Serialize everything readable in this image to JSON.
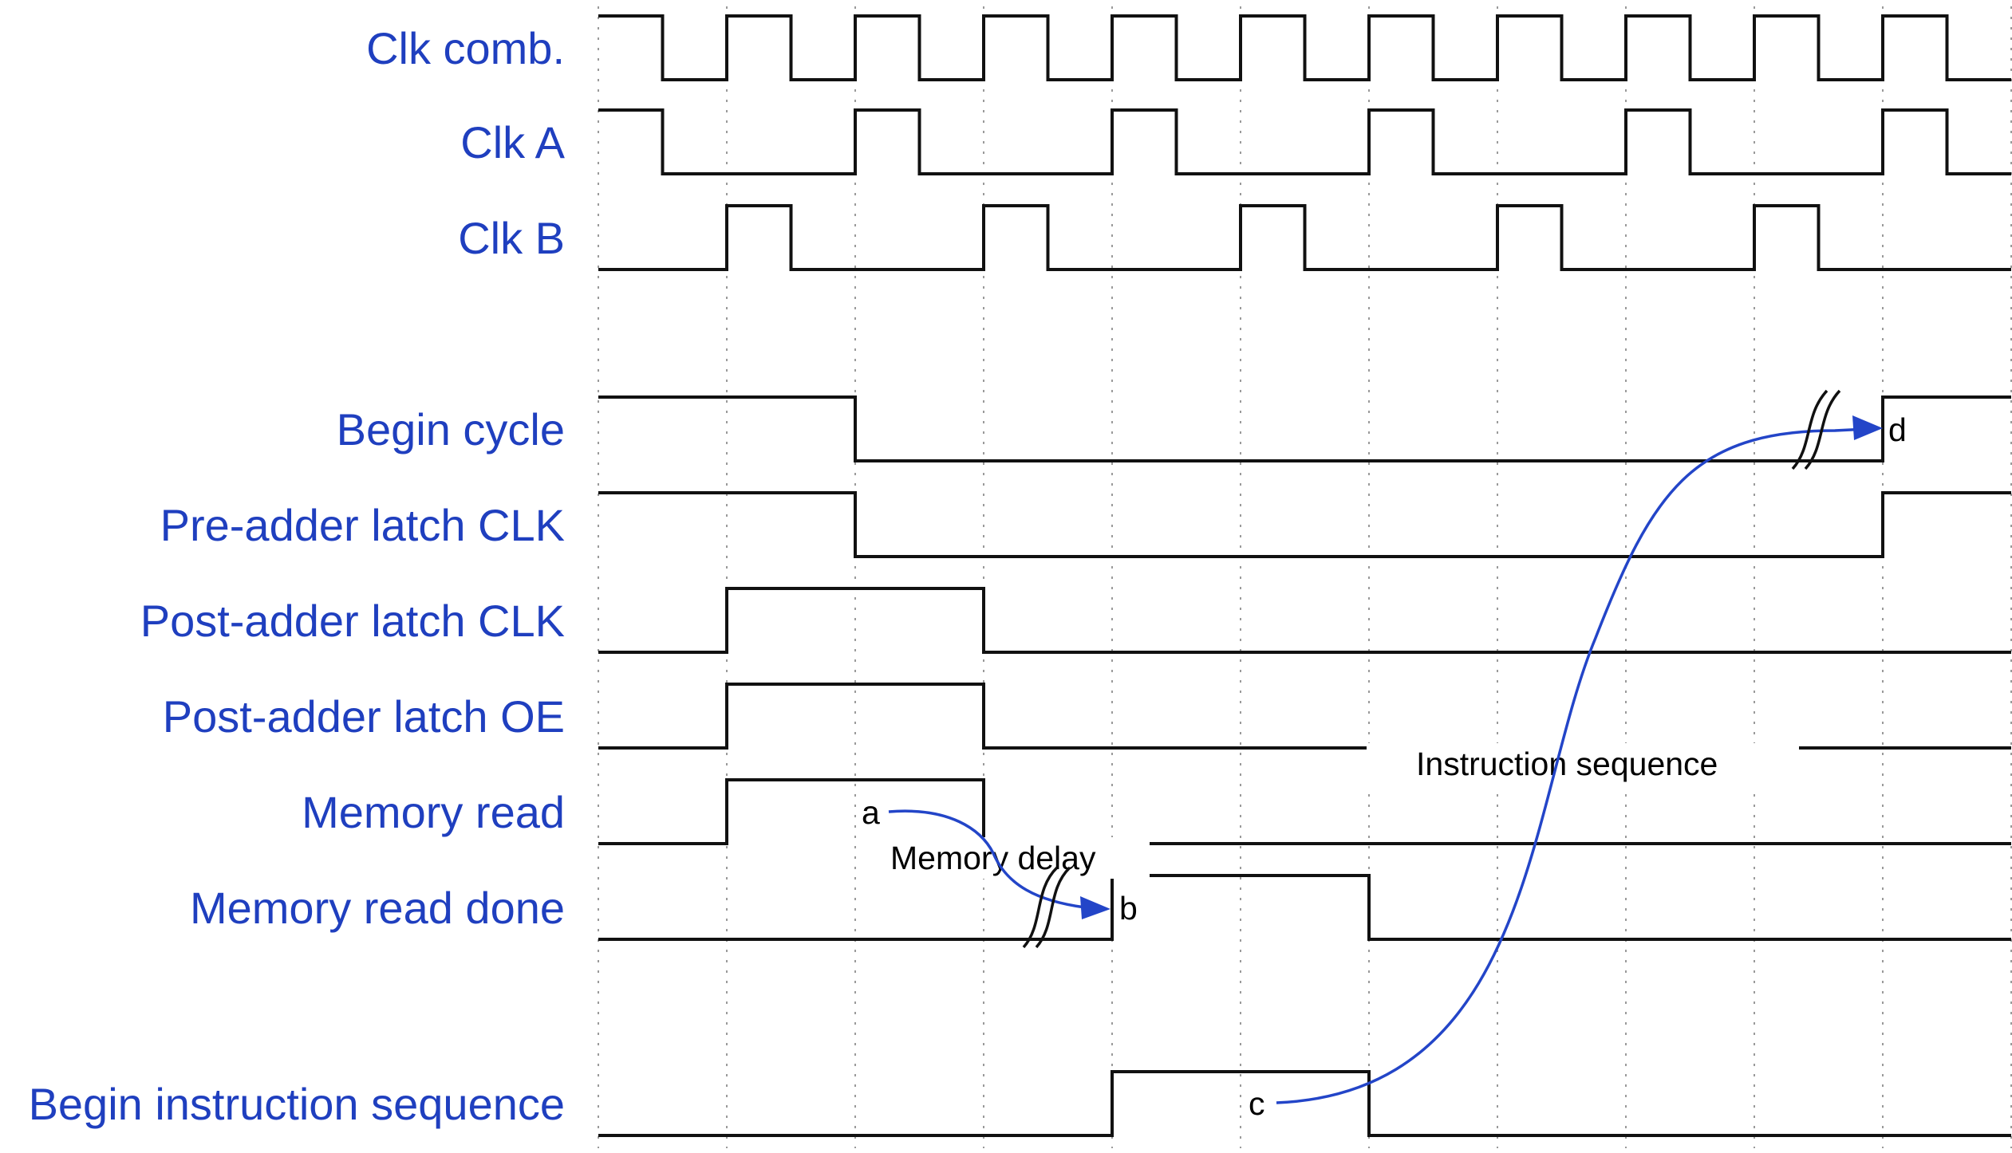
{
  "signals": [
    {
      "id": "clk-comb",
      "label": "Clk comb.",
      "init": 1,
      "transitions": [
        1,
        2,
        3,
        4,
        5,
        6,
        7,
        8,
        9,
        10,
        11,
        12,
        13,
        14,
        15,
        16,
        17,
        18,
        19,
        20,
        21
      ]
    },
    {
      "id": "clk-a",
      "label": "Clk A",
      "init": 1,
      "transitions": [
        1,
        4,
        5,
        8,
        9,
        12,
        13,
        16,
        17,
        20,
        21
      ]
    },
    {
      "id": "clk-b",
      "label": "Clk B",
      "init": 0,
      "transitions": [
        2,
        3,
        6,
        7,
        10,
        11,
        14,
        15,
        18,
        19
      ]
    },
    {
      "id": "begin-cycle",
      "label": "Begin cycle",
      "init": 1,
      "transitions": [
        4,
        20
      ]
    },
    {
      "id": "pre-adder-latch-clk",
      "label": "Pre-adder latch CLK",
      "init": 1,
      "transitions": [
        4,
        20
      ]
    },
    {
      "id": "post-adder-latch-clk",
      "label": "Post-adder latch CLK",
      "init": 0,
      "transitions": [
        2,
        6
      ]
    },
    {
      "id": "post-adder-latch-oe",
      "label": "Post-adder latch OE",
      "init": 0,
      "transitions": [
        2,
        6
      ]
    },
    {
      "id": "memory-read",
      "label": "Memory read",
      "init": 0,
      "transitions": [
        2,
        6
      ]
    },
    {
      "id": "memory-read-done",
      "label": "Memory read done",
      "init": 0,
      "transitions": [
        8,
        12
      ]
    },
    {
      "id": "begin-instruction-sequence",
      "label": "Begin instruction sequence",
      "init": 0,
      "transitions": [
        8,
        12
      ]
    }
  ],
  "annotations": {
    "a": "a",
    "b": "b",
    "c": "c",
    "d": "d",
    "memory_delay": "Memory delay",
    "instruction_sequence": "Instruction sequence"
  },
  "colors": {
    "label": "#1f3fbf",
    "arrow": "#2345c8",
    "wave": "#111111",
    "grid": "#9a9a9a"
  }
}
